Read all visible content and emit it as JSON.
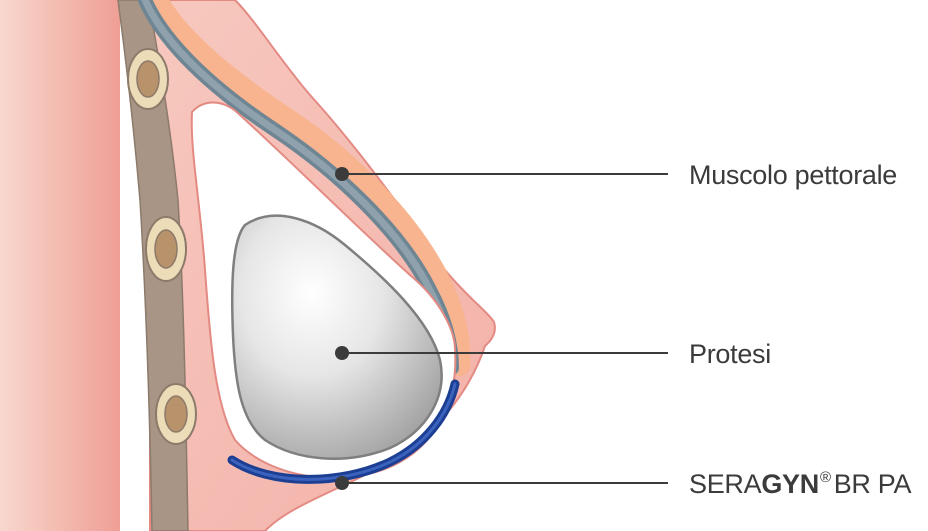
{
  "labels": {
    "muscle": "Muscolo pettorale",
    "implant": "Protesi",
    "mesh": {
      "prefix": "SERA",
      "bold": "GYN",
      "sup": "®",
      "suffix": "BR PA"
    }
  },
  "colors": {
    "skin_light": "#f6c9c0",
    "skin_dark": "#ef9d95",
    "tissue_outline": "#e38a83",
    "rib_bone": "#a89585",
    "rib_ring": "#eddcb8",
    "rib_core": "#b8926a",
    "muscle_blue": "#7b909c",
    "fat_orange": "#f7b48e",
    "implant_light": "#ffffff",
    "implant_dark": "#a6a6a6",
    "mesh_blue": "#1c3f94",
    "leader_line": "#3b3b3b",
    "text": "#3b3b3b"
  }
}
